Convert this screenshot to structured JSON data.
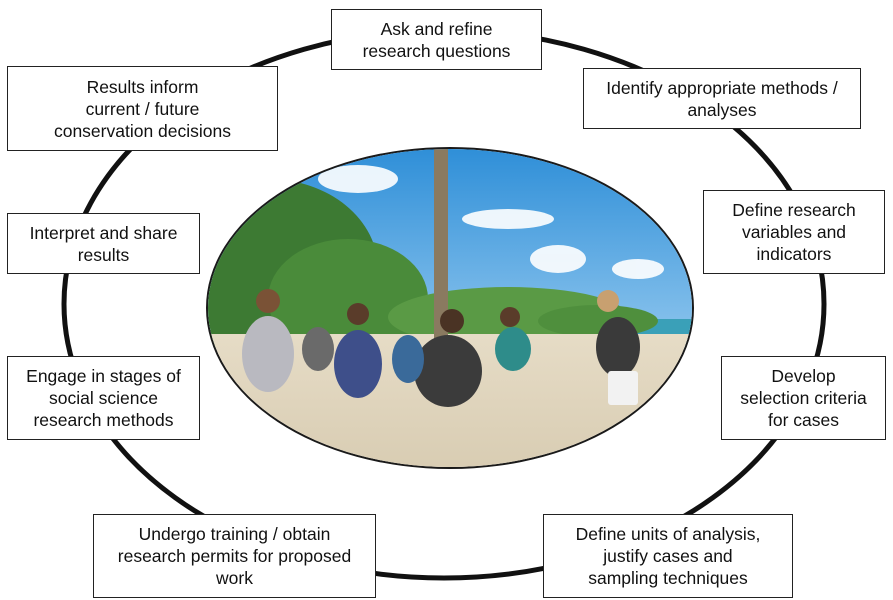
{
  "diagram": {
    "type": "cycle",
    "steps": [
      {
        "id": "ask",
        "text": "Ask and refine\nresearch questions"
      },
      {
        "id": "identify",
        "text": "Identify appropriate methods /\nanalyses"
      },
      {
        "id": "define-variables",
        "text": "Define research\nvariables and\nindicators"
      },
      {
        "id": "develop-criteria",
        "text": "Develop\nselection criteria\nfor cases"
      },
      {
        "id": "define-units",
        "text": "Define units of analysis,\njustify cases and\nsampling techniques"
      },
      {
        "id": "training",
        "text": "Undergo training / obtain\nresearch permits for proposed\nwork"
      },
      {
        "id": "engage",
        "text": "Engage in stages of\nsocial science\nresearch methods"
      },
      {
        "id": "interpret",
        "text": "Interpret and share\nresults"
      },
      {
        "id": "results-inform",
        "text": "Results inform\ncurrent / future\nconservation decisions"
      }
    ]
  },
  "colors": {
    "ring": "#111111",
    "box_border": "#222222",
    "sky": "#4aa3e0",
    "sand": "#e9e2d2",
    "foliage": "#3f7f35"
  },
  "center_image": {
    "kind": "photo",
    "subject": "people seated on sand under trees and a palm trunk"
  }
}
